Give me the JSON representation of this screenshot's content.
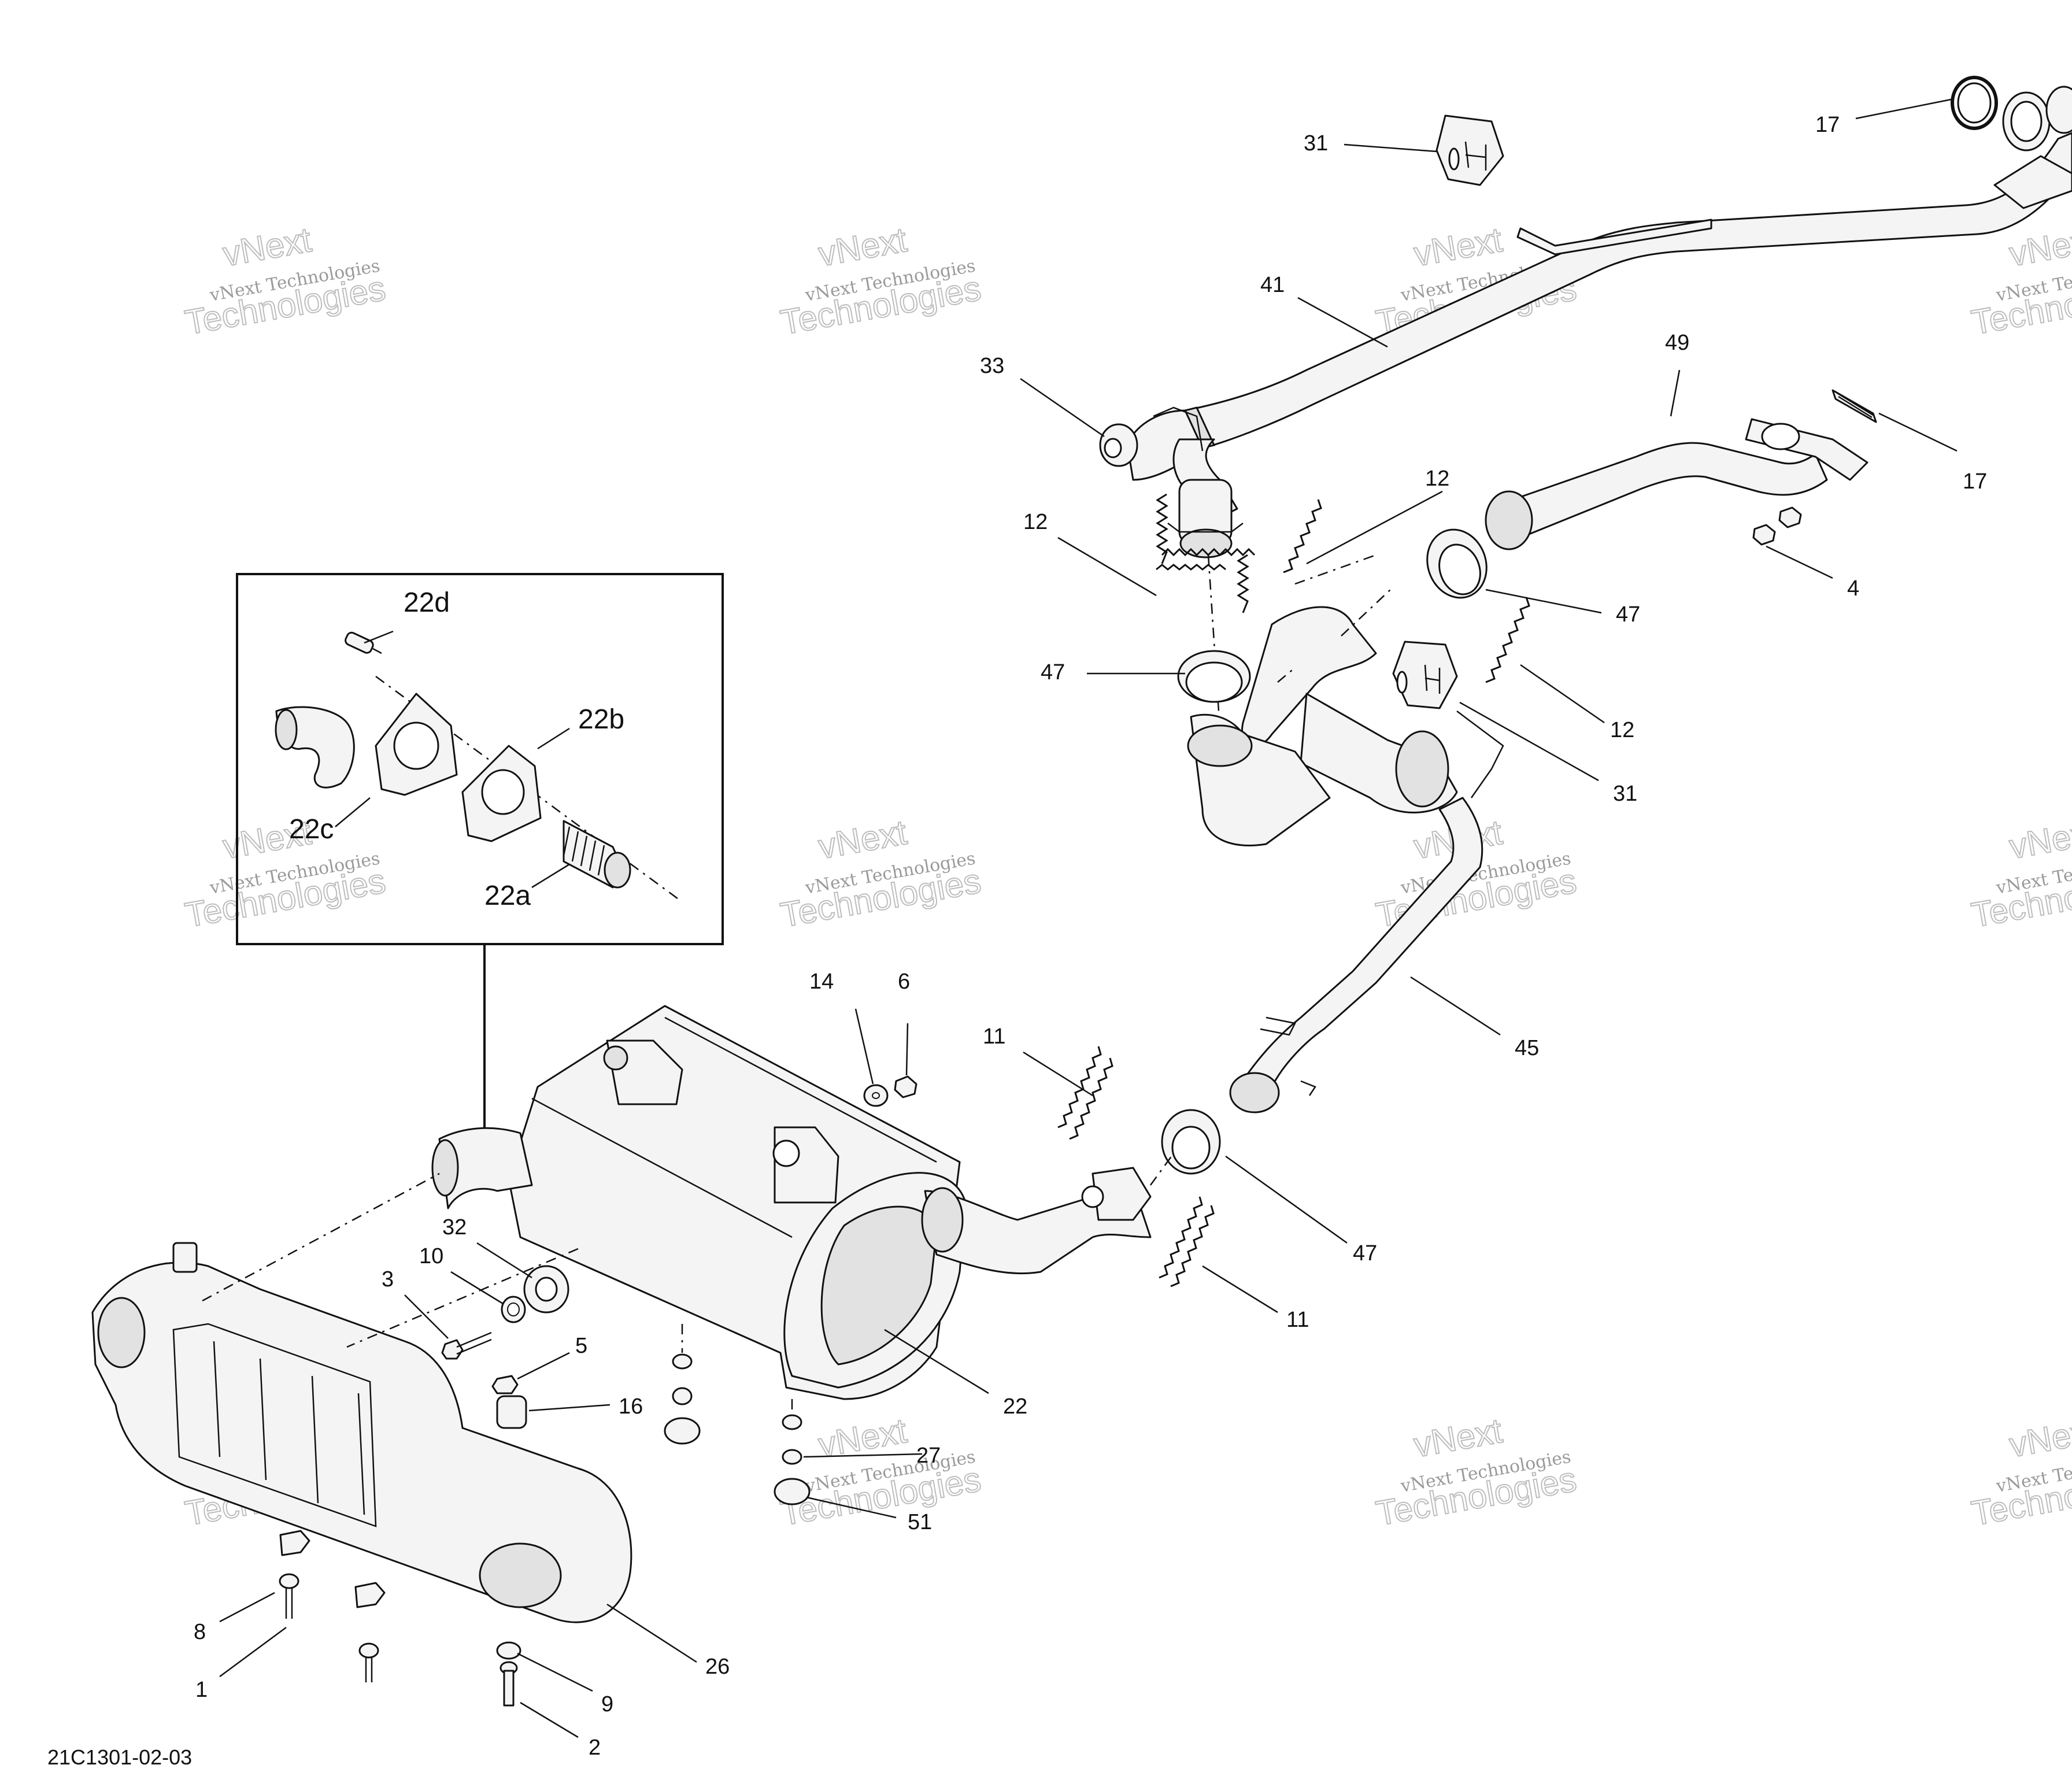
{
  "diagram": {
    "doc_id": "21C1301-02-03",
    "watermark": {
      "line1": "vNext Technologies",
      "line2": "vNext",
      "line3": "Technologies"
    },
    "callouts": [
      "1",
      "2",
      "3",
      "4",
      "5",
      "6",
      "8",
      "9",
      "10",
      "11",
      "12",
      "14",
      "16",
      "17",
      "22",
      "22a",
      "22b",
      "22c",
      "22d",
      "26",
      "27",
      "31",
      "32",
      "33",
      "41",
      "45",
      "47",
      "49",
      "51"
    ]
  }
}
